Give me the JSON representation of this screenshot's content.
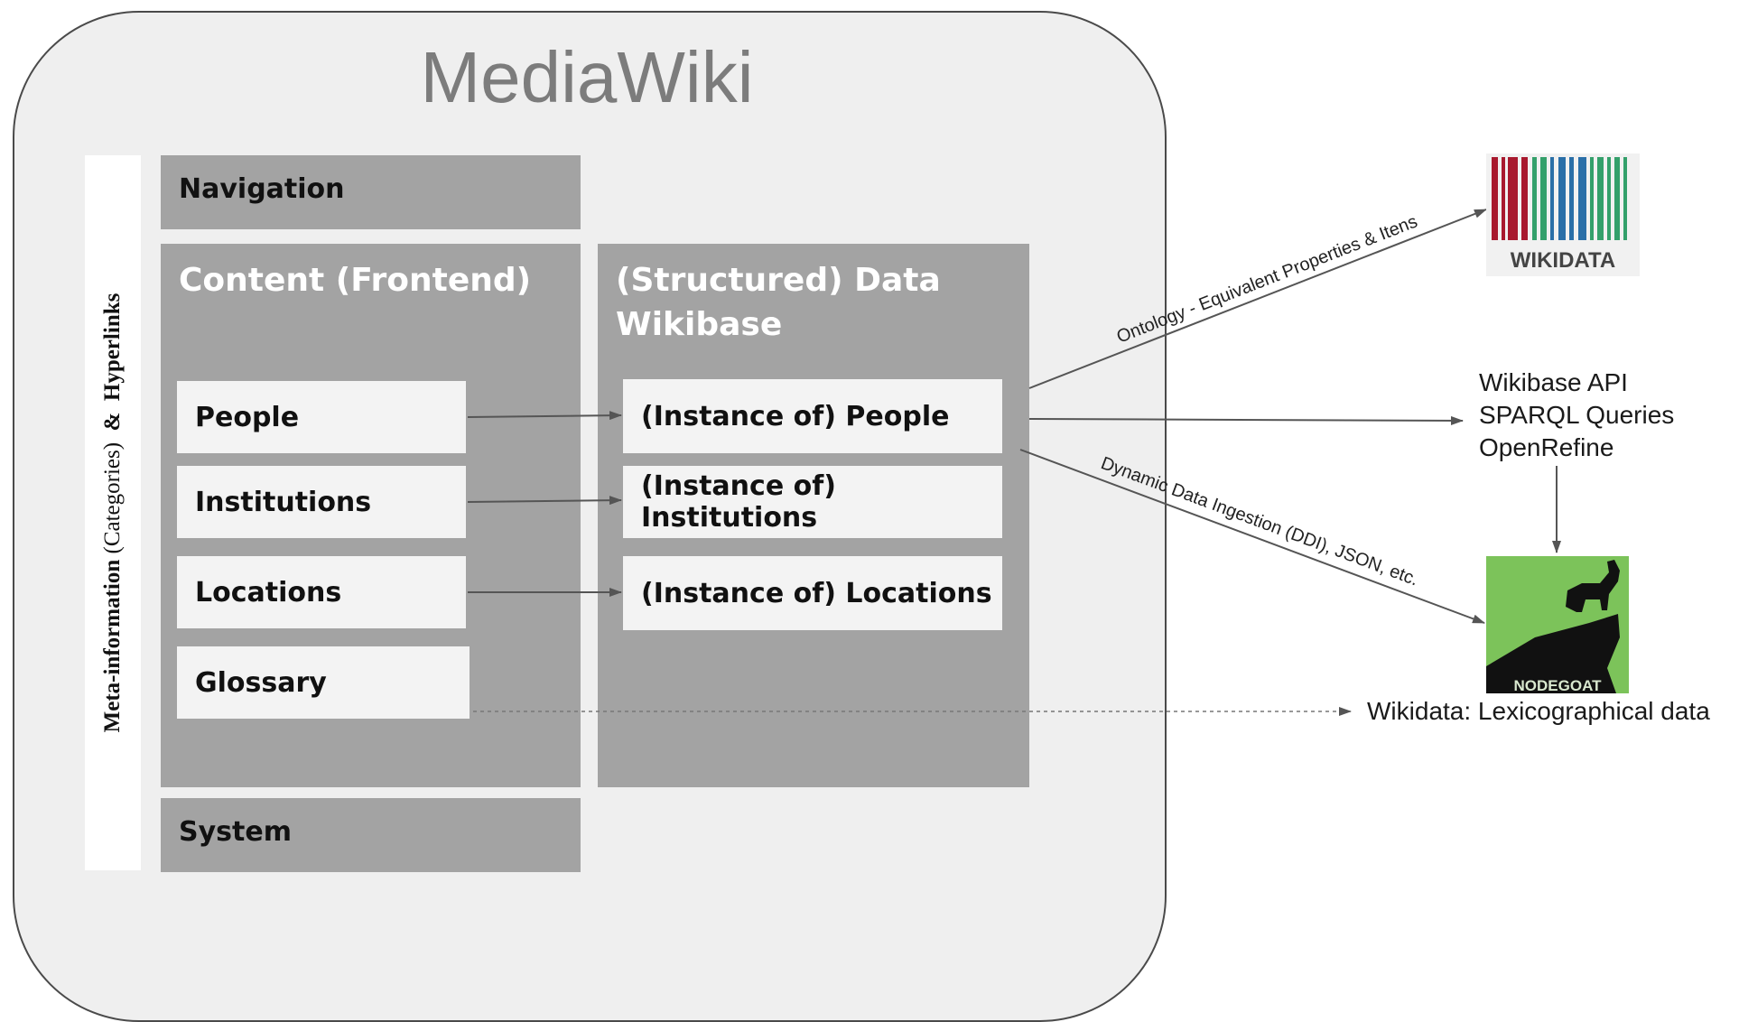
{
  "title": "MediaWiki",
  "meta_label": {
    "part1": "Meta-information",
    "part2": "(Categories)",
    "part3": "&",
    "part4": "Hyperlinks"
  },
  "navigation": "Navigation",
  "system": "System",
  "content": {
    "title": "Content (Frontend)",
    "items": [
      "People",
      "Institutions",
      "Locations",
      "Glossary"
    ]
  },
  "data": {
    "title_line1": "(Structured) Data",
    "title_line2": "Wikibase",
    "items": [
      "(Instance of) People",
      "(Instance of) Institutions",
      "(Instance of) Locations"
    ]
  },
  "external": {
    "wikidata_logo_text": "WIKIDATA",
    "api_lines": [
      "Wikibase API",
      "SPARQL Queries",
      "OpenRefine"
    ],
    "nodegoat_logo_text": "NODEGOAT",
    "lexicographical": "Wikidata: Lexicographical data"
  },
  "edges": {
    "ontology": "Ontology - Equivalent Properties & Itens",
    "ddi": "Dynamic Data Ingestion (DDI), JSON, etc."
  },
  "colors": {
    "container_bg": "#efefef",
    "box_gray": "#a3a3a3",
    "box_white": "#f3f3f3",
    "title_gray": "#7c7c7c",
    "nodegoat_green": "#7cc35a"
  }
}
